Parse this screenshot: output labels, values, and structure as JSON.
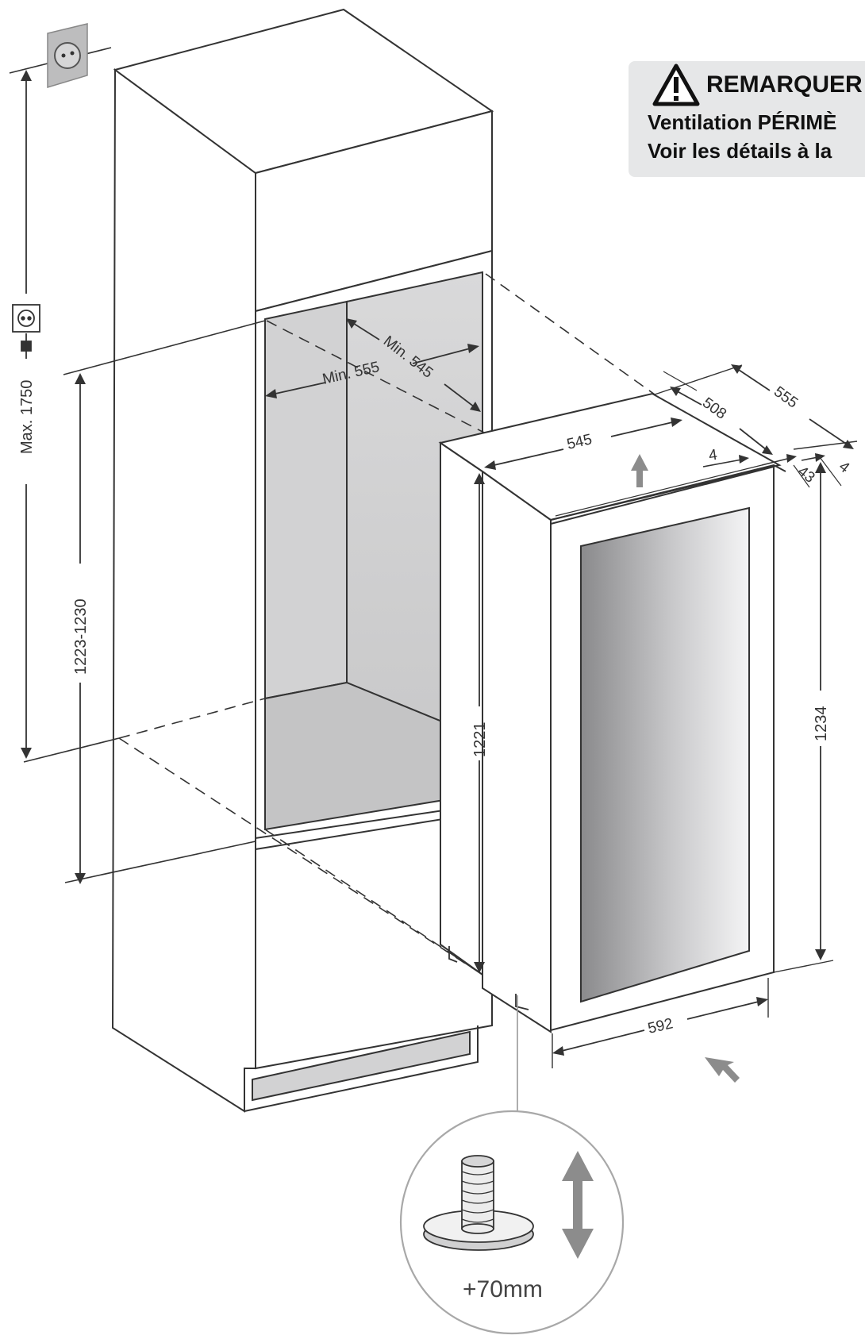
{
  "notice": {
    "title": "REMARQUER",
    "line1": "Ventilation PÉRIMÈ",
    "line2": "Voir les détails à la",
    "background": "#e6e7e8"
  },
  "dimensions": {
    "max_height": "Max. 1750",
    "niche_height": "1223-1230",
    "niche_width": "Min. 555",
    "niche_depth": "Min. 545",
    "appliance_width_top": "545",
    "appliance_depth": "508",
    "total_depth": "555",
    "gap_left": "4",
    "door_thickness": "43",
    "gap_right": "4",
    "appliance_height_side": "1221",
    "appliance_height_front": "1234",
    "door_width": "592"
  },
  "foot_detail": {
    "label": "+70mm"
  },
  "colors": {
    "line": "#333333",
    "cavity": "#cfcfd0",
    "cavity_light": "#e4e4e5",
    "arrow": "#8c8c8c",
    "glass_dark": "#8f8f91",
    "glass_light": "#f2f2f3"
  },
  "icons": [
    "wall-socket-icon",
    "socket-plug-icon",
    "warning-triangle-icon",
    "airflow-arrow-icon",
    "adjustable-foot-icon"
  ]
}
